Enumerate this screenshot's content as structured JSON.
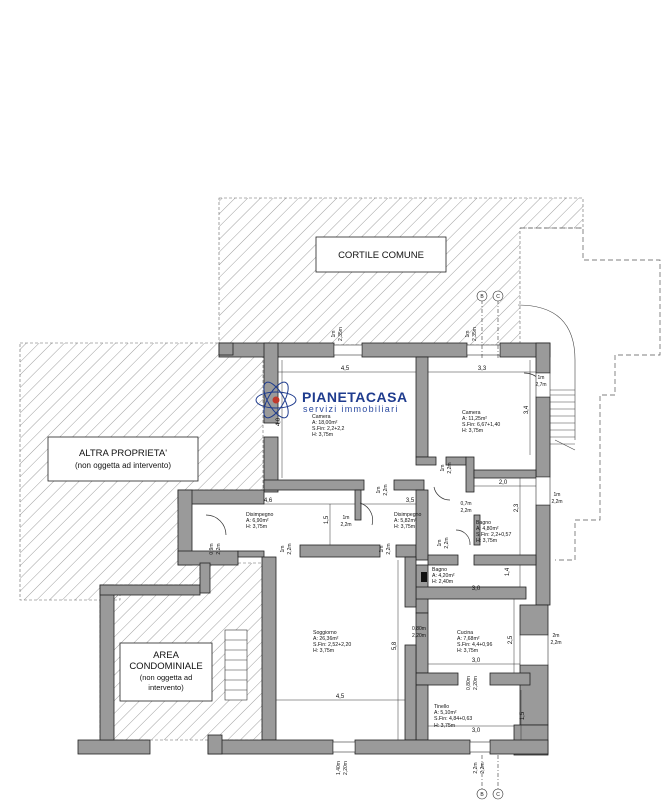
{
  "courtyard": "CORTILE COMUNE",
  "other_property": [
    "ALTRA PROPRIETA'",
    "(non oggetta ad intervento)"
  ],
  "common_area": [
    "AREA",
    "CONDOMINIALE",
    "(non oggetta ad",
    "intervento)"
  ],
  "logo": {
    "name": "PIANETACASA",
    "tagline": "servizi immobiliari",
    "colors": {
      "name": "#1f3c8e",
      "icon_dot": "#c0392b",
      "tagline": "#2a4aa0"
    }
  },
  "grid_marks": [
    "B",
    "C"
  ],
  "rooms": [
    {
      "id": "camera1",
      "name": "Camera",
      "a": "A: 18,00m²",
      "s": "S.Fin: 2,2+2,2",
      "h": "H: 3,75m"
    },
    {
      "id": "camera2",
      "name": "Camera",
      "a": "A: 11,25m²",
      "s": "S.Fin: 6,67+1,40",
      "h": "H: 3,75m"
    },
    {
      "id": "dis1",
      "name": "Disimpegno",
      "a": "A: 6,90m²",
      "h": "H: 3,75m"
    },
    {
      "id": "dis2",
      "name": "Disimpegno",
      "a": "A: 5,82m²",
      "h": "H: 3,75m"
    },
    {
      "id": "bagno1",
      "name": "Bagno",
      "a": "A: 4,80m²",
      "s": "S.Fin: 2,2+0,57",
      "h": "H: 3,75m"
    },
    {
      "id": "bagno2",
      "name": "Bagno",
      "a": "A: 4,20m²",
      "h": "H: 2,40m"
    },
    {
      "id": "soggiorno",
      "name": "Soggiorno",
      "a": "A: 26,36m²",
      "s": "S.Fin: 2,52+2,20",
      "h": "H: 3,75m"
    },
    {
      "id": "cucina",
      "name": "Cucina",
      "a": "A: 7,68m²",
      "s": "S.Fin: 4,4+0,96",
      "h": "H: 3,75m"
    },
    {
      "id": "tinello",
      "name": "Tinello",
      "a": "A: 5,10m²",
      "s": "S.Fin: 4,84+0,63",
      "h": "H: 3,75m"
    }
  ],
  "dimensions": {
    "camera1_w": "4,5",
    "camera1_h": "4,0",
    "camera2_w": "3,3",
    "camera2_h": "3,4",
    "dis1_w": "4,6",
    "dis1_h": "1,5",
    "dis2_w": "3,5",
    "bagno_w": "2,0",
    "bagno_h": "2,3",
    "bagno2_h": "1,4",
    "bagno2_w": "3,0",
    "sogg_w": "4,5",
    "sogg_h": "5,8",
    "cucina_w": "3,0",
    "cucina_h": "2,5",
    "tinello_w": "3,0",
    "tinello_h": "1,5"
  },
  "openings": {
    "top_left_top": "1m",
    "top_left_bottom": "2,35m",
    "top_mid_top": "1m",
    "top_mid_bottom": "2,35m",
    "cam2_right_top": "1m",
    "cam2_right_bottom": "2,7m",
    "cam2_bottom_top": "1m",
    "cam2_bottom_bottom": "2,2m",
    "dis_top_top": "1m",
    "dis_top_bottom": "2,2m",
    "dis1_door_top": "1m",
    "dis1_door_bottom": "2,2m",
    "stair_left_top": "0,9m",
    "stair_left_bottom": "2,2m",
    "dis1_bottom_top": "1m",
    "dis1_bottom_bottom": "2,2m",
    "dis2_bottom_top": "1m",
    "dis2_bottom_bottom": "2,2m",
    "bagno_door_top": "1m",
    "bagno_door_bottom": "2,2m",
    "bagno_left_top": "0,7m",
    "bagno_left_bottom": "2,2m",
    "right_top": "1m",
    "right_bottom": "2,2m",
    "right2_top": "2m",
    "right2_bottom": "2,2m",
    "sogg_door_top": "0,80m",
    "sogg_door_bottom": "2,20m",
    "tin_door_top": "0,80m",
    "tin_door_bottom": "2,20m",
    "bottom_left_top": "1,40m",
    "bottom_left_bottom": "2,20m",
    "bottom_right_top": "2,2m",
    "bottom_right_bottom": "2,2m"
  }
}
